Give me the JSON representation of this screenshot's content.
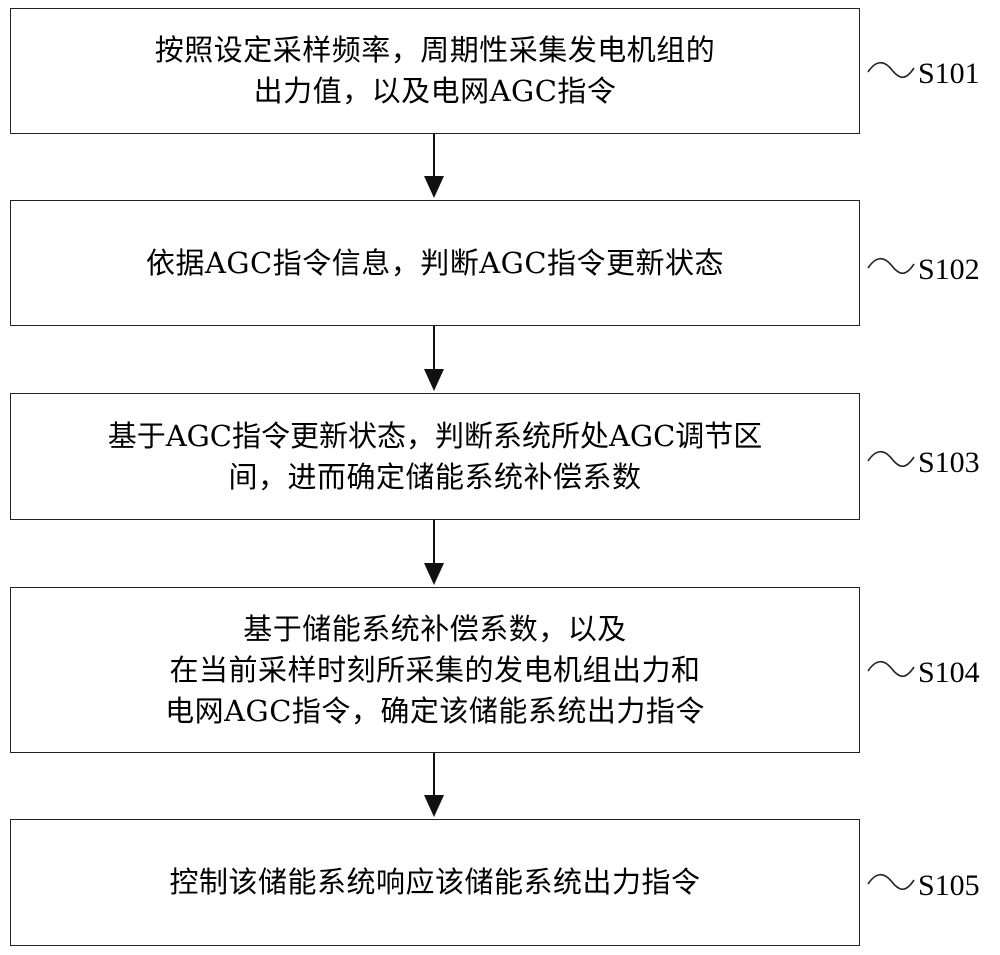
{
  "steps": [
    {
      "id": "S101",
      "lines": [
        "按照设定采样频率，周期性采集发电机组的",
        "出力值，以及电网AGC指令"
      ]
    },
    {
      "id": "S102",
      "lines": [
        "依据AGC指令信息，判断AGC指令更新状态"
      ]
    },
    {
      "id": "S103",
      "lines": [
        "基于AGC指令更新状态，判断系统所处AGC调节区",
        "间，进而确定储能系统补偿系数"
      ]
    },
    {
      "id": "S104",
      "lines": [
        "基于储能系统补偿系数，以及",
        "在当前采样时刻所采集的发电机组出力和",
        "电网AGC指令，确定该储能系统出力指令"
      ]
    },
    {
      "id": "S105",
      "lines": [
        "控制该储能系统响应该储能系统出力指令"
      ]
    }
  ]
}
